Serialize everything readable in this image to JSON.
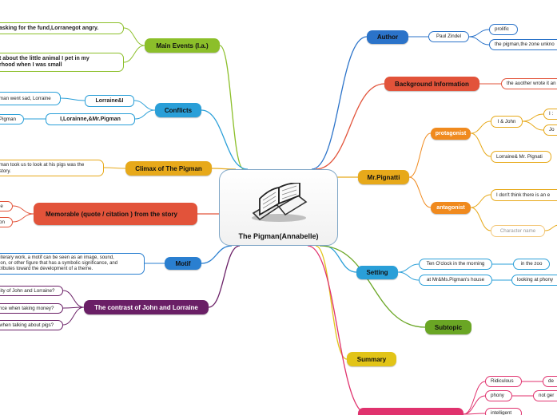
{
  "root": {
    "title": "The Pigman(Annabelle)",
    "icon": "book-icon"
  },
  "colors": {
    "main_events": "#8cbf2a",
    "conflicts": "#2a9fd8",
    "climax": "#e7a91a",
    "memorable": "#e2533a",
    "motif": "#2a7fd0",
    "contrast": "#6a1f66",
    "author": "#2b73c9",
    "background": "#e2533a",
    "mr_pignati": "#e7a91a",
    "protagonist": "#f08a1e",
    "setting": "#2a9fd8",
    "subtopic": "#6aa624",
    "summary": "#e2c418",
    "pink": "#e0326e"
  },
  "left": {
    "main_events": {
      "label": "Main Events (I.a.)",
      "items": [
        "asking for the fund,Lorranegot angry.",
        "t about the little animal I pet in my\nrhood when I was small"
      ]
    },
    "conflicts": {
      "label": "Conflicts",
      "sub": [
        "Lorraine&I",
        "I,Lorainne,&Mr.Pigman"
      ],
      "items": [
        "man went sad, Lorraine",
        "Pigman"
      ]
    },
    "climax": {
      "label": "Climax of The Pigman",
      "items": [
        "man took us to look at his pigs was the\nstory."
      ]
    },
    "memorable": {
      "label": "Memorable (quote / citation ) from the story",
      "items": [
        "le",
        "on"
      ]
    },
    "motif": {
      "label": "Motif",
      "items": [
        "literary work, a motif can be seen as an image, sound,\nion, or other figure that has a symbolic significance, and\ntributes toward the development of a theme."
      ]
    },
    "contrast": {
      "label": "The contrast of John and Lorraine",
      "items": [
        "lity of John and Lorraine?",
        "nce when taking money?",
        "when talking about pigs?"
      ]
    }
  },
  "right": {
    "author": {
      "label": "Author",
      "sub": "Paul Zindel",
      "items": [
        "prolific",
        "the pigman,the zone unkno"
      ]
    },
    "background": {
      "label": "Background Information",
      "items": [
        "the auother wrote it an"
      ]
    },
    "mr_pignati": {
      "label": "Mr.Pignatti",
      "protagonist": {
        "label": "protagonist",
        "items": [
          "I & John",
          "Lorraine& Mr. Pignati"
        ],
        "subitems": [
          "I :",
          "Jo"
        ]
      },
      "antagonist": {
        "label": "antagonist",
        "items": [
          "I don't think there is an e",
          "Character name"
        ]
      }
    },
    "setting": {
      "label": "Setting",
      "items": [
        "Ten O'clock in the morning",
        "at Mr&Ms.Pigman's house"
      ],
      "subitems": [
        "in the zoo",
        "looking at phony"
      ]
    },
    "subtopic": {
      "label": "Subtopic"
    },
    "summary": {
      "label": "Summary"
    },
    "pink": {
      "items": [
        "Ridiculous",
        "phony",
        "intelligent"
      ],
      "subitems": [
        "de",
        "not ger"
      ]
    }
  }
}
